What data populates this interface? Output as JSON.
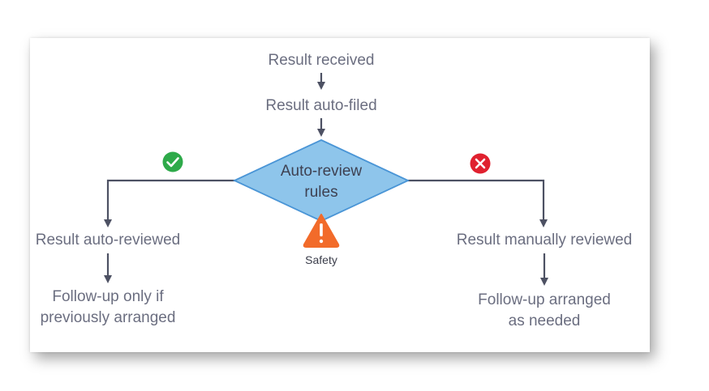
{
  "nodes": {
    "received": "Result received",
    "auto_filed": "Result auto-filed",
    "decision_line1": "Auto-review",
    "decision_line2": "rules",
    "auto_reviewed": "Result auto-reviewed",
    "followup_left_line1": "Follow-up only if",
    "followup_left_line2": "previously arranged",
    "manually_reviewed": "Result manually reviewed",
    "followup_right_line1": "Follow-up arranged",
    "followup_right_line2": "as needed"
  },
  "safety": {
    "label": "Safety",
    "icon": "warning-triangle-icon",
    "color": "#f26b2a"
  },
  "branches": {
    "yes_icon": "check-circle-icon",
    "yes_color": "#2eaa4a",
    "no_icon": "x-circle-icon",
    "no_color": "#e0212f"
  },
  "colors": {
    "diamond_fill": "#8ec5eb",
    "diamond_stroke": "#4a95d6",
    "text": "#6b6e80",
    "connector": "#4d5163"
  }
}
